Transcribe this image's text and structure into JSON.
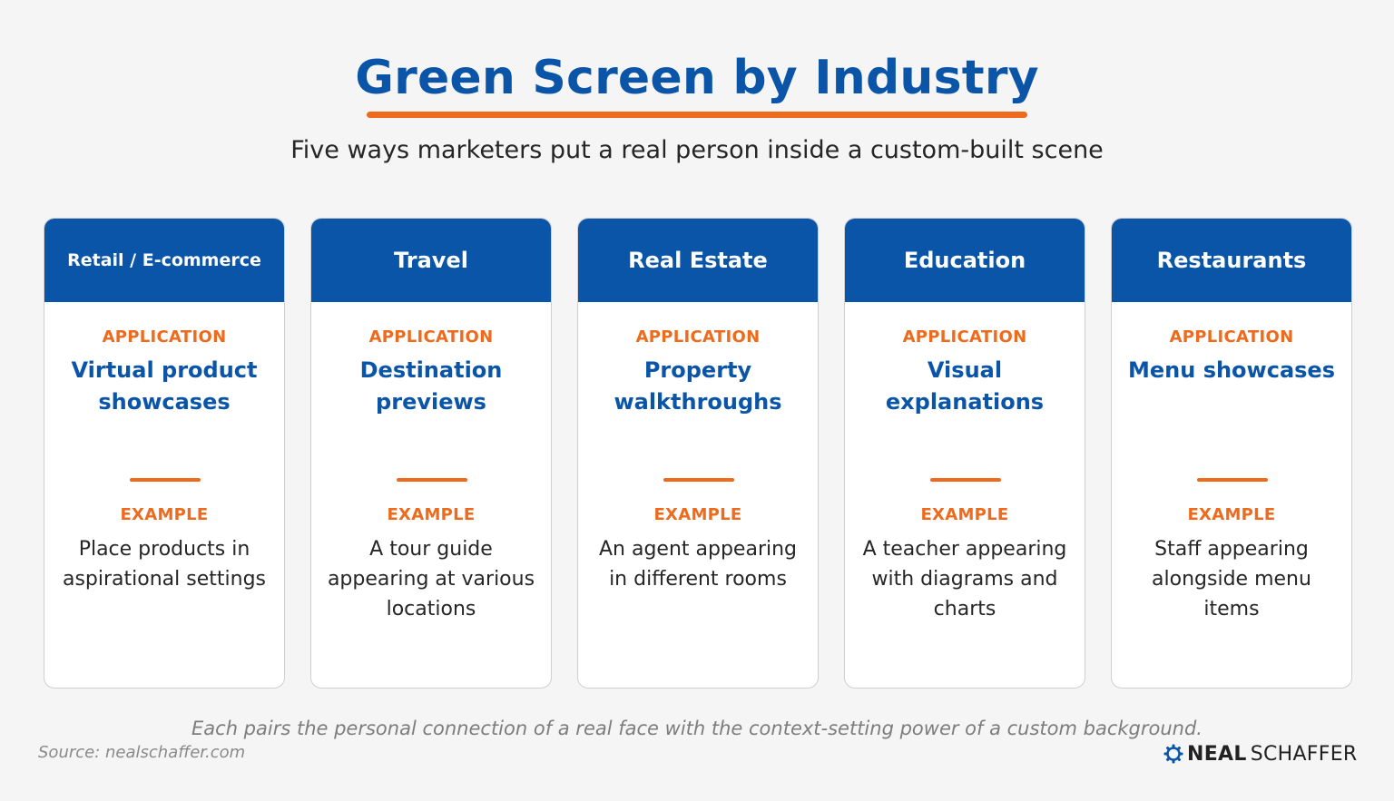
{
  "header": {
    "title": "Green Screen by Industry",
    "subtitle": "Five ways marketers put a real person inside a custom-built scene"
  },
  "cards": [
    {
      "industry": "Retail / E-commerce",
      "application_label": "APPLICATION",
      "application": "Virtual product showcases",
      "example_label": "EXAMPLE",
      "example": "Place products in aspirational settings"
    },
    {
      "industry": "Travel",
      "application_label": "APPLICATION",
      "application": "Destination previews",
      "example_label": "EXAMPLE",
      "example": "A tour guide appearing at various locations"
    },
    {
      "industry": "Real Estate",
      "application_label": "APPLICATION",
      "application": "Property walkthroughs",
      "example_label": "EXAMPLE",
      "example": "An agent appearing in different rooms"
    },
    {
      "industry": "Education",
      "application_label": "APPLICATION",
      "application": "Visual explanations",
      "example_label": "EXAMPLE",
      "example": "A teacher appearing with diagrams and charts"
    },
    {
      "industry": "Restaurants",
      "application_label": "APPLICATION",
      "application": "Menu showcases",
      "example_label": "EXAMPLE",
      "example": "Staff appearing alongside menu items"
    }
  ],
  "footer": {
    "note": "Each pairs the personal connection of a real face with the context-setting power of a custom background.",
    "source": "Source: nealschaffer.com",
    "brand_first": "NEAL",
    "brand_last": "SCHAFFER",
    "brand_icon": "gear-logo-icon"
  },
  "colors": {
    "primary_blue": "#0a55a8",
    "accent_orange": "#ee6a1c",
    "background": "#f5f5f5"
  }
}
